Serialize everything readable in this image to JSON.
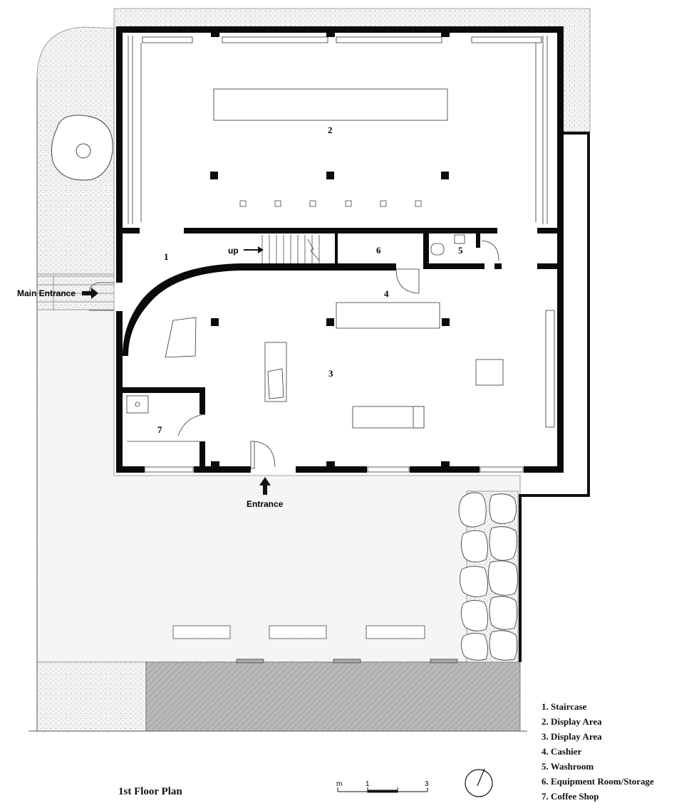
{
  "rooms": {
    "r1": "1",
    "r2": "2",
    "r3": "3",
    "r4": "4",
    "r5": "5",
    "r6": "6",
    "r7": "7"
  },
  "labels": {
    "up": "up",
    "main_entrance": "Main Entrance",
    "entrance": "Entrance"
  },
  "legend": [
    "1. Staircase",
    "2. Display Area",
    "3. Display Area",
    "4. Cashier",
    "5. Washroom",
    "6. Equipment Room/Storage",
    "7. Coffee Shop"
  ],
  "title": "1st Floor Plan",
  "scale": {
    "unit": "m",
    "tick1": "1",
    "tick3": "3"
  }
}
